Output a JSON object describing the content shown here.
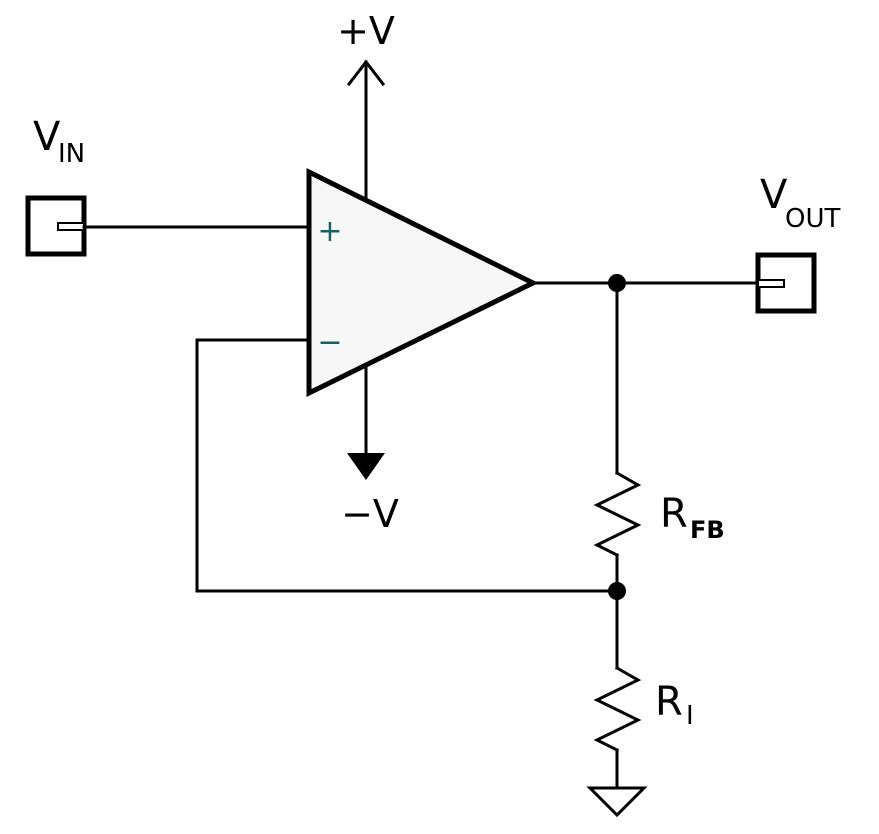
{
  "colors": {
    "line": "#000000",
    "opamp_fill": "#f7f7f7",
    "pin_marks": "#1a5e63"
  },
  "labels": {
    "vin_main": "V",
    "vin_sub": "IN",
    "vout_main": "V",
    "vout_sub": "OUT",
    "vplus": "+V",
    "vminus": "−V",
    "rfb_main": "R",
    "rfb_sub": "FB",
    "ri_main": "R",
    "ri_sub": "I",
    "pin_plus": "+",
    "pin_minus": "−"
  }
}
